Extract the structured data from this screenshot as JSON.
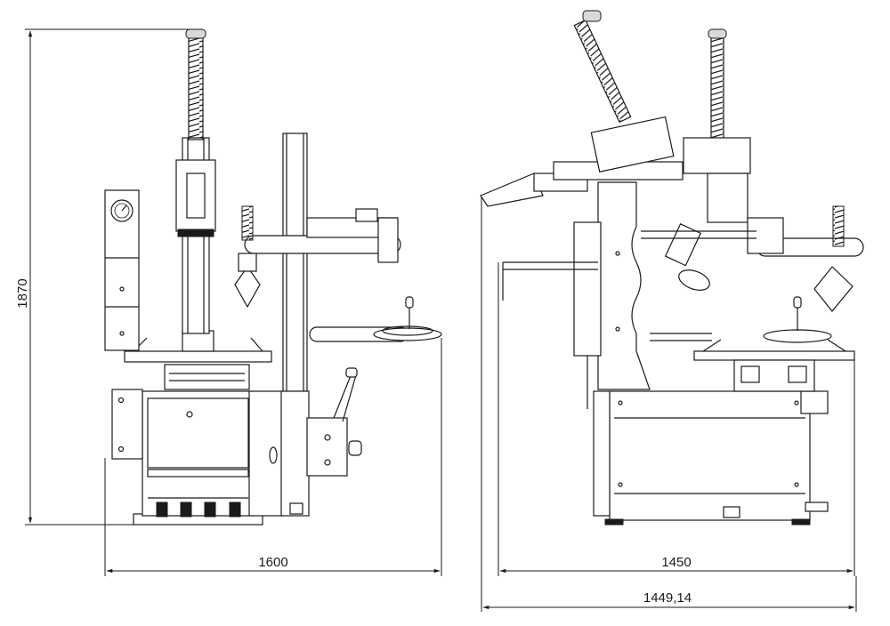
{
  "dimensions": {
    "height_left": "1870",
    "width_left": "1600",
    "width_right": "1450",
    "width_right_overall": "1449,14"
  }
}
